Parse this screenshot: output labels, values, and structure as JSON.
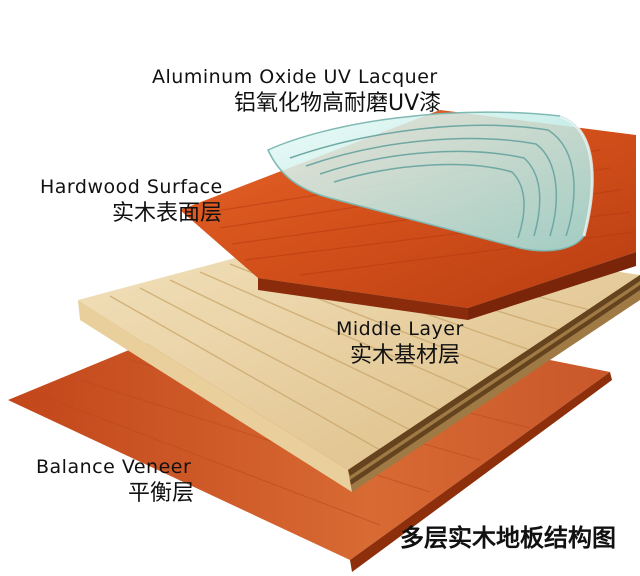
{
  "layers": [
    {
      "id": "lacquer",
      "en": "Aluminum Oxide UV Lacquer",
      "zh": "铝氧化物高耐磨UV漆"
    },
    {
      "id": "surface",
      "en": "Hardwood Surface",
      "zh": "实木表面层"
    },
    {
      "id": "middle",
      "en": "Middle Layer",
      "zh": "实木基材层"
    },
    {
      "id": "balance",
      "en": "Balance Veneer",
      "zh": "平衡层"
    }
  ],
  "caption": "多层实木地板结构图",
  "colors": {
    "hardwood": "#d9541c",
    "hardwood_dark": "#a8340f",
    "core": "#ecd5a6",
    "core_dark": "#c9a56a",
    "balance": "#cf5a24",
    "lacquer": "#bfeae6"
  }
}
